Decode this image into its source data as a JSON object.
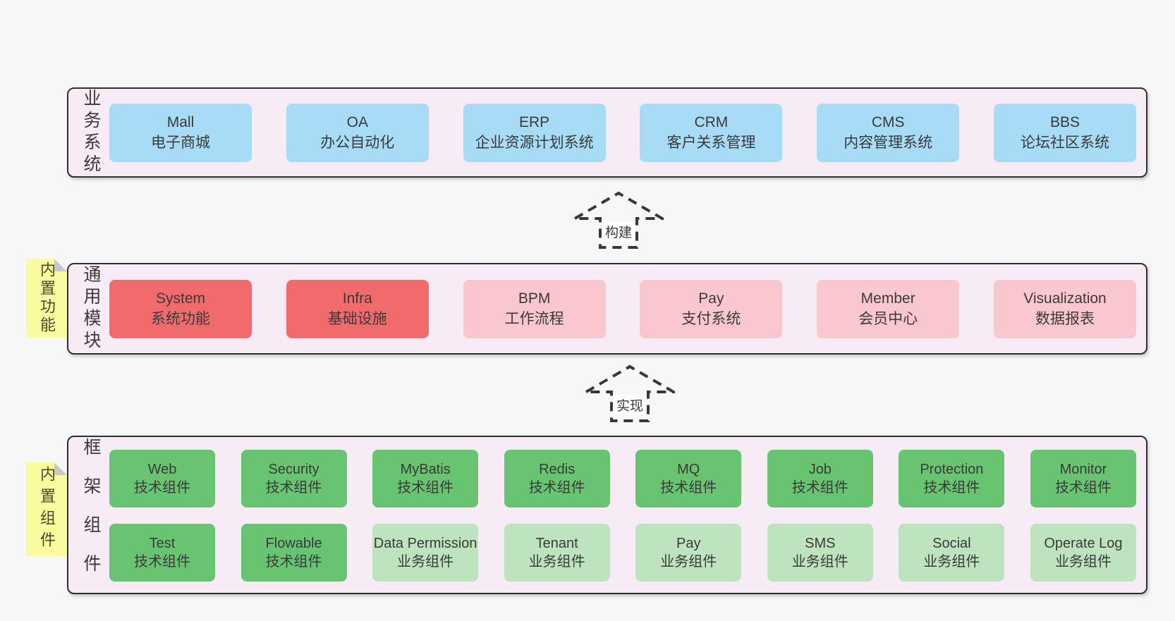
{
  "colors": {
    "page_bg": "#f7f7f7",
    "layer_bg": "#f7ecf5",
    "layer_border": "#2f2f2f",
    "blue_box": "#a8dbf5",
    "red_box": "#f26b6c",
    "pink_box": "#fbc7ce",
    "green_box": "#68c471",
    "light_green_box": "#bde4bf",
    "sticky_note": "#fafa9e",
    "note_fold": "#c9c9c9",
    "text": "#3a3a3a"
  },
  "arrows": {
    "build": "构建",
    "implement": "实现"
  },
  "layers": {
    "business": {
      "side_label": "业务系统",
      "boxes": [
        {
          "title": "Mall",
          "subtitle": "电子商城"
        },
        {
          "title": "OA",
          "subtitle": "办公自动化"
        },
        {
          "title": "ERP",
          "subtitle": "企业资源计划系统"
        },
        {
          "title": "CRM",
          "subtitle": "客户关系管理"
        },
        {
          "title": "CMS",
          "subtitle": "内容管理系统"
        },
        {
          "title": "BBS",
          "subtitle": "论坛社区系统"
        }
      ]
    },
    "modules": {
      "side_label": "通用模块",
      "note_label": "内置功能",
      "boxes": [
        {
          "title": "System",
          "subtitle": "系统功能"
        },
        {
          "title": "Infra",
          "subtitle": "基础设施"
        },
        {
          "title": "BPM",
          "subtitle": "工作流程"
        },
        {
          "title": "Pay",
          "subtitle": "支付系统"
        },
        {
          "title": "Member",
          "subtitle": "会员中心"
        },
        {
          "title": "Visualization",
          "subtitle": "数据报表"
        }
      ]
    },
    "components": {
      "side_label": "框架组件",
      "note_label": "内置组件",
      "row1": [
        {
          "title": "Web",
          "subtitle": "技术组件"
        },
        {
          "title": "Security",
          "subtitle": "技术组件"
        },
        {
          "title": "MyBatis",
          "subtitle": "技术组件"
        },
        {
          "title": "Redis",
          "subtitle": "技术组件"
        },
        {
          "title": "MQ",
          "subtitle": "技术组件"
        },
        {
          "title": "Job",
          "subtitle": "技术组件"
        },
        {
          "title": "Protection",
          "subtitle": "技术组件"
        },
        {
          "title": "Monitor",
          "subtitle": "技术组件"
        }
      ],
      "row2": [
        {
          "title": "Test",
          "subtitle": "技术组件"
        },
        {
          "title": "Flowable",
          "subtitle": "技术组件"
        },
        {
          "title": "Data Permission",
          "subtitle": "业务组件"
        },
        {
          "title": "Tenant",
          "subtitle": "业务组件"
        },
        {
          "title": "Pay",
          "subtitle": "业务组件"
        },
        {
          "title": "SMS",
          "subtitle": "业务组件"
        },
        {
          "title": "Social",
          "subtitle": "业务组件"
        },
        {
          "title": "Operate Log",
          "subtitle": "业务组件"
        }
      ]
    }
  }
}
